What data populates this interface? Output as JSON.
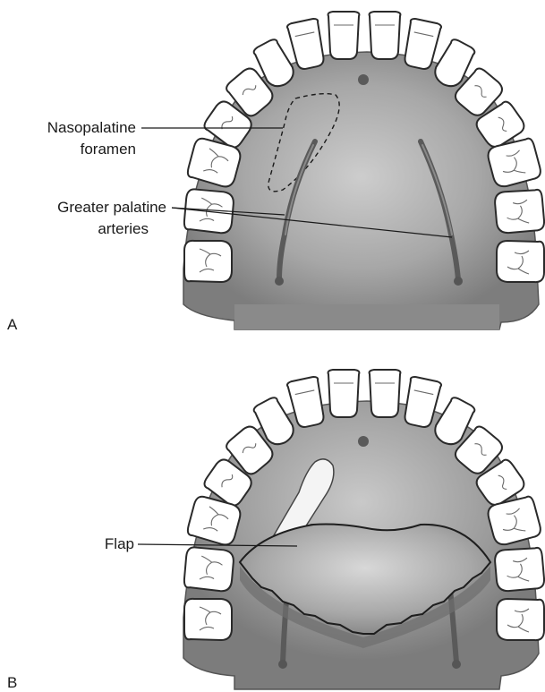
{
  "figure": {
    "panel_a": {
      "letter": "A",
      "labels": {
        "nasopalatine_line1": "Nasopalatine",
        "nasopalatine_line2": "foramen",
        "greater_palatine_line1": "Greater palatine",
        "greater_palatine_line2": "arteries"
      }
    },
    "panel_b": {
      "letter": "B",
      "labels": {
        "flap": "Flap"
      }
    },
    "colors": {
      "palate_dark": "#7f7f7f",
      "palate_light": "#c8c8c8",
      "tooth": "#ffffff",
      "outline": "#2a2a2a"
    }
  }
}
